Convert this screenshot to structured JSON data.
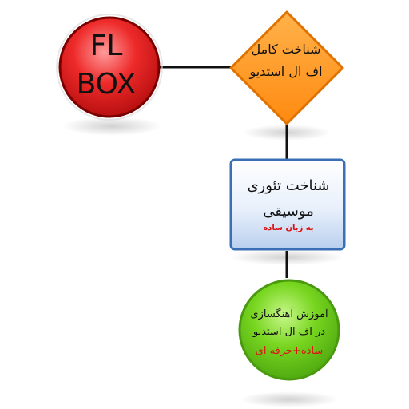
{
  "nodes": {
    "fl_box": {
      "line1": "FL",
      "line2": "BOX"
    },
    "diamond": {
      "line1": "شناخت کامل",
      "line2": "اف ال استدیو"
    },
    "box": {
      "line1": "شناخت تئوری",
      "line2": "موسیقی",
      "line3": "به زبان ساده"
    },
    "green": {
      "line1": "آموزش آهنگسازی",
      "line2": "در اف ال استدیو",
      "line3": "ساده+حرفه ای"
    }
  },
  "colors": {
    "red_node": "#e01818",
    "orange_node": "#ff9a1a",
    "blue_border": "#3a6fb5",
    "green_node": "#6ccf1a",
    "connector": "#111111",
    "subtitle_red": "#dd1111"
  }
}
